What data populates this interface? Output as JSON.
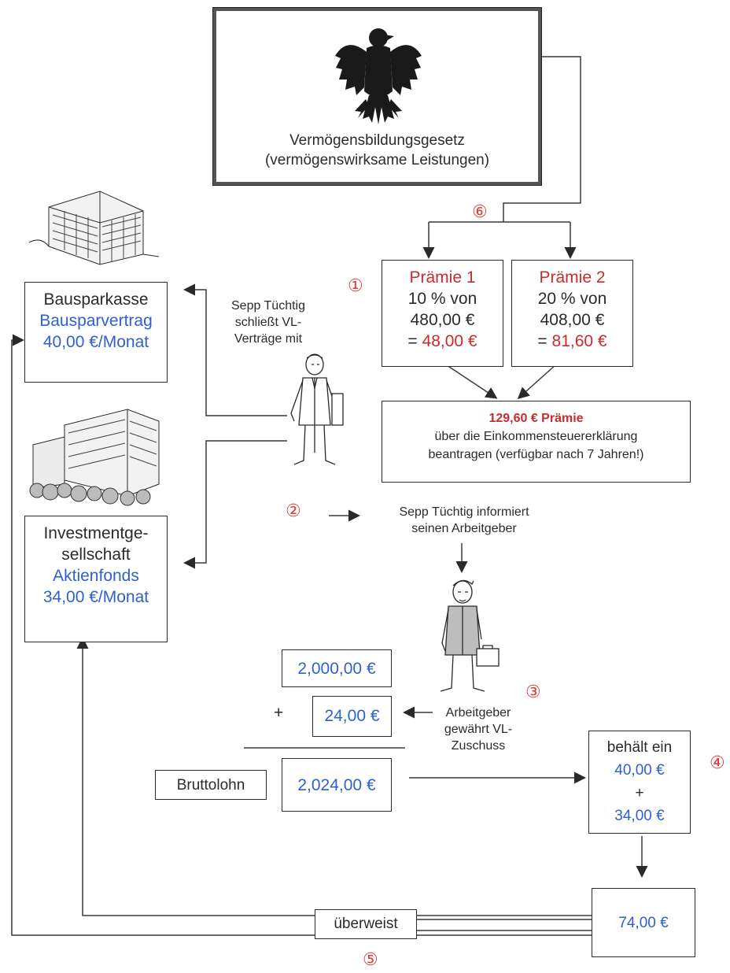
{
  "law": {
    "line1": "Vermögensbildungsgesetz",
    "line2": "(vermögenswirksame Leistungen)"
  },
  "bausparkasse": {
    "title": "Bausparkasse",
    "product": "Bausparvertrag",
    "amount": "40,00 €/Monat"
  },
  "investment": {
    "title_line1": "Investmentge-",
    "title_line2": "sellschaft",
    "product": "Aktienfonds",
    "amount": "34,00 €/Monat"
  },
  "sepp": {
    "line1": "Sepp Tüchtig",
    "line2": "schließt VL-",
    "line3": "Verträge mit"
  },
  "praemie1": {
    "title": "Prämie 1",
    "line1": "10 % von",
    "line2": "480,00 €",
    "result_prefix": "= ",
    "result_value": "48,00 €"
  },
  "praemie2": {
    "title": "Prämie 2",
    "line1": "20 % von",
    "line2": "408,00 €",
    "result_prefix": "= ",
    "result_value": "81,60 €"
  },
  "total_praemie": {
    "title": "129,60 € Prämie",
    "line1": "über die Einkommensteuererklärung",
    "line2": "beantragen (verfügbar nach 7 Jahren!)"
  },
  "inform": {
    "line1": "Sepp Tüchtig informiert",
    "line2": "seinen Arbeitgeber"
  },
  "salary": {
    "base": "2,000,00 €",
    "plus_sign": "+",
    "bonus": "24,00 €",
    "gross_label": "Bruttolohn",
    "gross": "2,024,00 €"
  },
  "employer": {
    "line1": "Arbeitgeber",
    "line2": "gewährt VL-",
    "line3": "Zuschuss"
  },
  "withhold": {
    "title": "behält ein",
    "amount1": "40,00 €",
    "plus": "+",
    "amount2": "34,00 €"
  },
  "transfer": {
    "label": "überweist",
    "amount": "74,00 €"
  },
  "steps": {
    "s1": "①",
    "s2": "②",
    "s3": "③",
    "s4": "④",
    "s5": "⑤",
    "s6": "⑥"
  },
  "colors": {
    "blue": "#2f5fd0",
    "red": "#cc2a2a"
  }
}
